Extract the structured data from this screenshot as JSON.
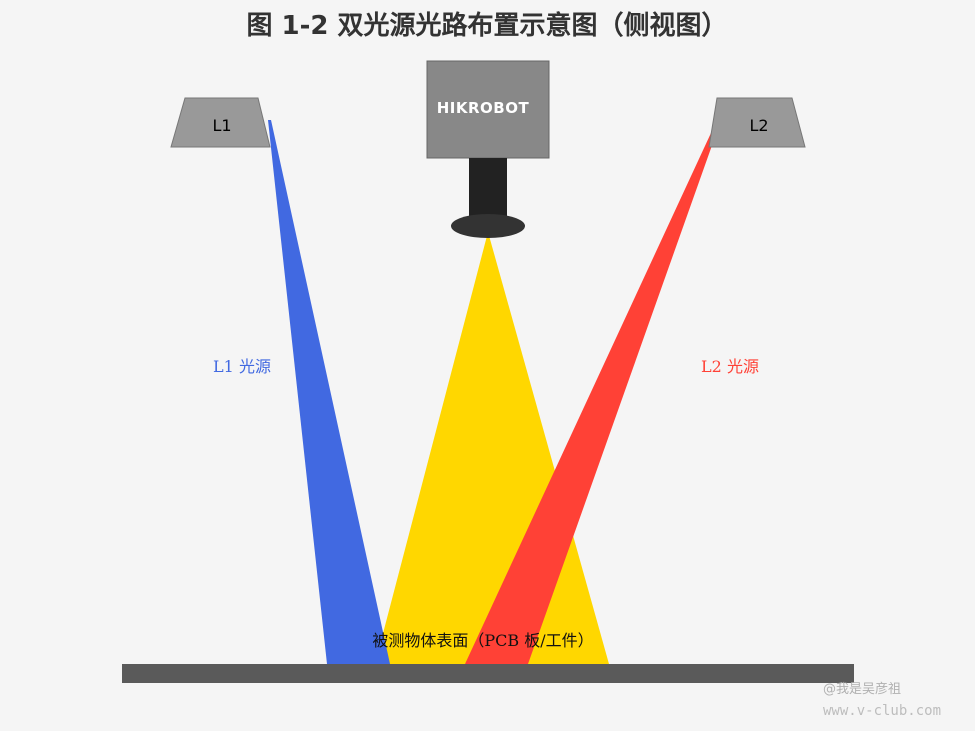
{
  "title": "图 1-2 双光源光路布置示意图（侧视图）",
  "camera": {
    "label": "HIKROBOT",
    "body_color": "#888888",
    "lens_color": "#222222",
    "ring_color": "#333333"
  },
  "lights": {
    "left": {
      "label": "L1",
      "beam_label": "L1 光源",
      "color": "#4169e1"
    },
    "right": {
      "label": "L2",
      "beam_label": "L2 光源",
      "color": "#ff4136"
    },
    "housing_color": "#999999"
  },
  "camera_view": {
    "color": "#ffd700"
  },
  "surface": {
    "label": "被测物体表面（PCB 板/工件）",
    "color": "#5a5a5a"
  },
  "watermark": {
    "line1": "@我是吴彦祖",
    "line2": "www.v-club.com"
  }
}
